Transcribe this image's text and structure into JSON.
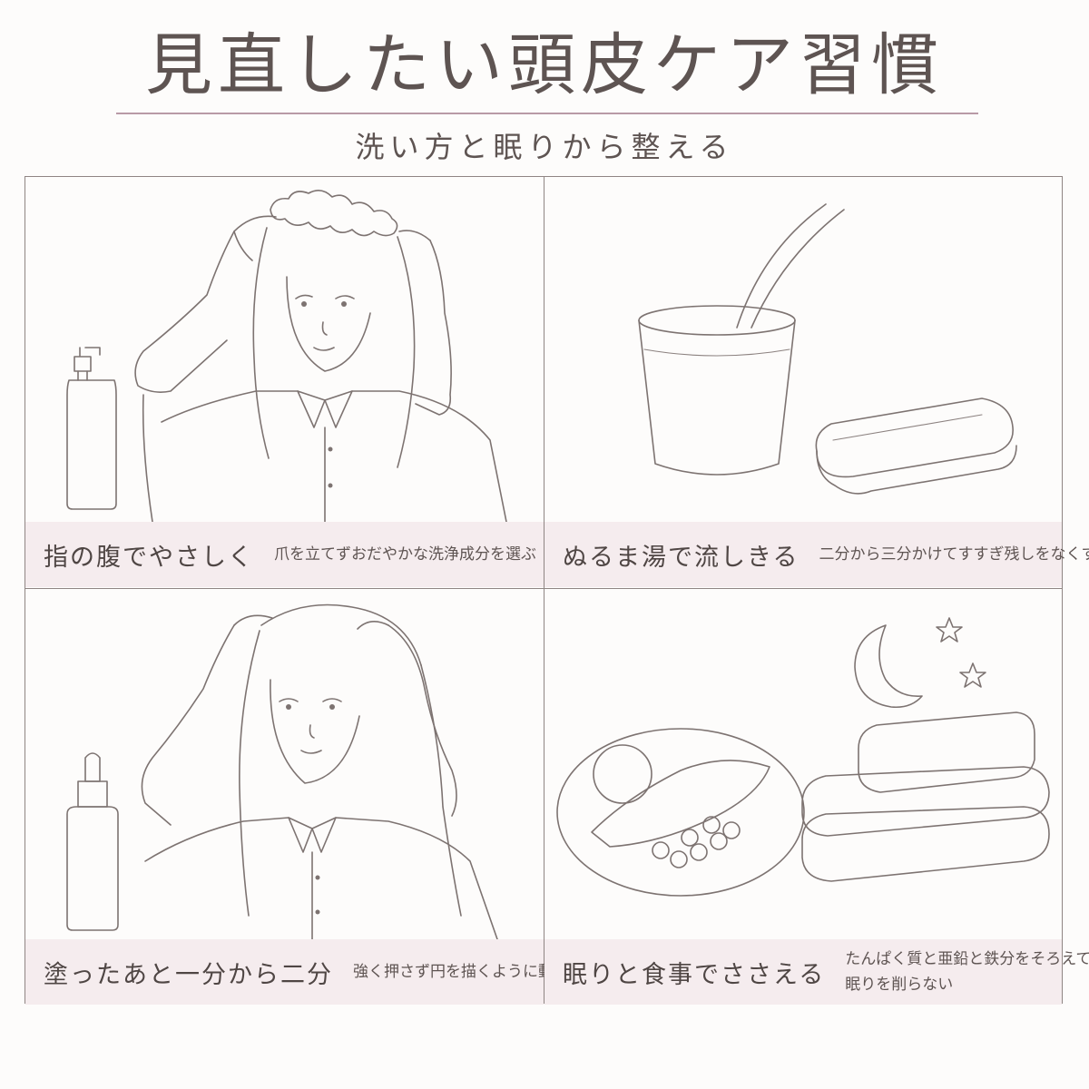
{
  "header": {
    "title": "見直したい頭皮ケア習慣",
    "subtitle": "洗い方と眠りから整える"
  },
  "panels": [
    {
      "title": "指の腹でやさしく",
      "note": "爪を立てずおだやかな洗浄成分を選ぶ"
    },
    {
      "title": "ぬるま湯で流しきる",
      "note": "二分から三分かけてすすぎ残しをなくす"
    },
    {
      "title": "塗ったあと一分から二分",
      "note": "強く押さず円を描くように動かす"
    },
    {
      "title": "眠りと食事でささえる",
      "note_lines": [
        "たんぱく質と亜鉛と鉄分をそろえて",
        "眠りを削らない"
      ]
    }
  ],
  "colors": {
    "background": "#fdfcfb",
    "caption_band": "#f5ecee",
    "accent_rule": "#b99aa6",
    "line_art": "#7d7371"
  }
}
